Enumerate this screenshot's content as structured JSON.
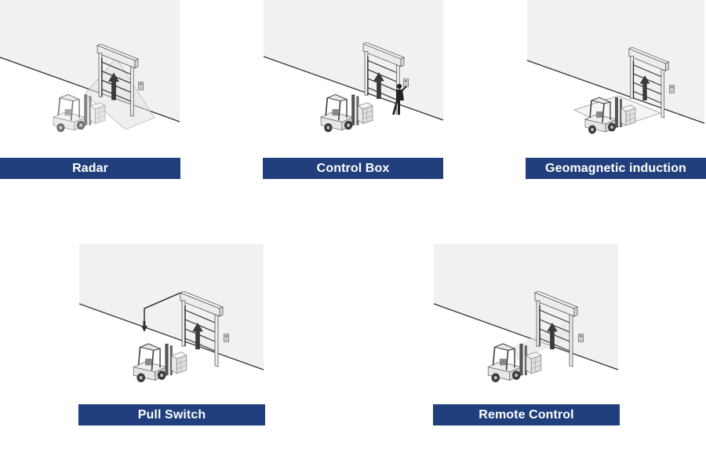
{
  "colors": {
    "label_bg": "#213f7c",
    "label_text": "#ffffff",
    "wall": "#f2f1f1",
    "floor": "#ffffff",
    "line": "#333333"
  },
  "cards": [
    {
      "id": "radar",
      "label": "Radar",
      "illustration": "forklift-radar-sensor-door"
    },
    {
      "id": "control-box",
      "label": "Control Box",
      "illustration": "person-pressing-control-box"
    },
    {
      "id": "geomagnetic",
      "label": "Geomagnetic induction",
      "illustration": "forklift-on-ground-loop"
    },
    {
      "id": "pull-switch",
      "label": "Pull Switch",
      "illustration": "forklift-pull-cord-switch"
    },
    {
      "id": "remote-control",
      "label": "Remote Control",
      "illustration": "driver-remote-signal"
    }
  ]
}
